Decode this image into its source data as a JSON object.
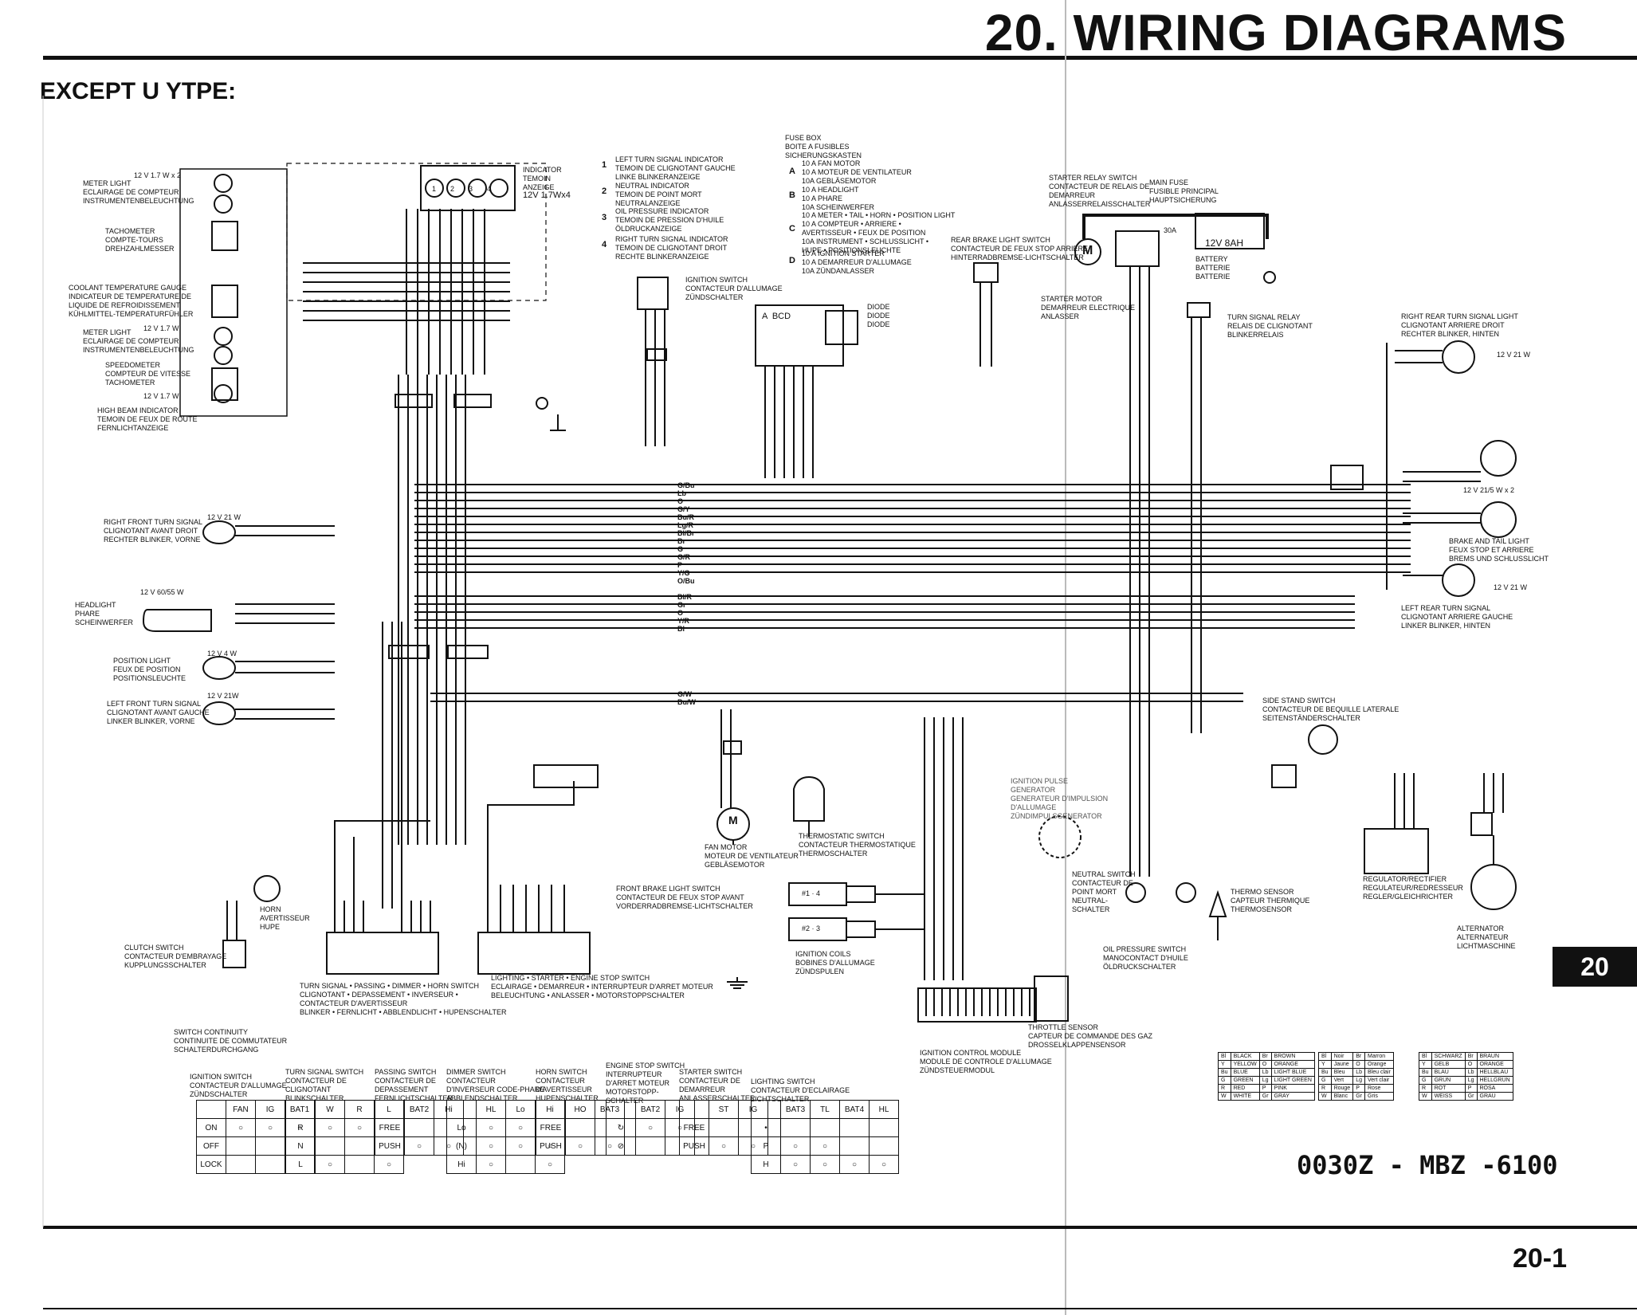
{
  "header": {
    "title": "20. WIRING DIAGRAMS",
    "subtitle": "EXCEPT U YTPE:"
  },
  "footer": {
    "part_number": "0030Z - MBZ -6100",
    "page": "20-1",
    "tab": "20"
  },
  "components": {
    "meter_light_4": "METER LIGHT\nECLAIRAGE DE COMPTEUR\nINSTRUMENTENBELEUCHTUNG",
    "meter_light_4_rating": "12 V 1.7 W x 2",
    "tachometer": "TACHOMETER\nCOMPTE-TOURS\nDREHZAHLMESSER",
    "coolant_gauge": "COOLANT TEMPERATURE GAUGE\nINDICATEUR DE TEMPERATURE DE\nLIQUIDE DE REFROIDISSEMENT\nKÜHLMITTEL-TEMPERATURFÜHLER",
    "meter_light_2": "METER LIGHT\nECLAIRAGE DE COMPTEUR\nINSTRUMENTENBELEUCHTUNG",
    "meter_light_2_rating": "12 V 1.7 W",
    "speedometer": "SPEEDOMETER\nCOMPTEUR DE VITESSE\nTACHOMETER",
    "high_beam": "HIGH BEAM INDICATOR\nTEMOIN DE FEUX DE ROUTE\nFERNLICHTANZEIGE",
    "high_beam_rating": "12 V 1.7 W",
    "indicator": "INDICATOR\nTEMOIN\nANZEIGE",
    "indicator_rating": "12V 1.7Wx4",
    "indicator_legend": [
      {
        "n": "1",
        "text": "LEFT TURN SIGNAL INDICATOR\nTEMOIN DE CLIGNOTANT GAUCHE\nLINKE BLINKERANZEIGE"
      },
      {
        "n": "2",
        "text": "NEUTRAL INDICATOR\nTEMOIN DE POINT MORT\nNEUTRALANZEIGE"
      },
      {
        "n": "3",
        "text": "OIL PRESSURE INDICATOR\nTEMOIN DE PRESSION D'HUILE\nÖLDRUCKANZEIGE"
      },
      {
        "n": "4",
        "text": "RIGHT TURN SIGNAL INDICATOR\nTEMOIN DE CLIGNOTANT DROIT\nRECHTE BLINKERANZEIGE"
      }
    ],
    "fuse_box": "FUSE BOX\nBOITE A FUSIBLES\nSICHERUNGSKASTEN",
    "fuse_legend": [
      {
        "n": "A",
        "text": "10 A FAN MOTOR\n10 A MOTEUR DE VENTILATEUR\n10A GEBLÄSEMOTOR"
      },
      {
        "n": "B",
        "text": "10 A HEADLIGHT\n10 A PHARE\n10A SCHEINWERFER"
      },
      {
        "n": "C",
        "text": "10 A METER • TAIL • HORN • POSITION LIGHT\n10 A COMPTEUR • ARRIERE •\nAVERTISSEUR • FEUX DE POSITION\n10A INSTRUMENT • SCHLUSSLICHT •\nHUPE • POSITIONSLEUCHTE"
      },
      {
        "n": "D",
        "text": "10 A IGNITION STARTER\n10 A DEMARREUR D'ALLUMAGE\n10A ZÜNDANLASSER"
      }
    ],
    "ignition_switch": "IGNITION SWITCH\nCONTACTEUR D'ALLUMAGE\nZÜNDSCHALTER",
    "diode": "DIODE\nDIODE\nDIODE",
    "fuse_letters": "A  BCD",
    "starter_relay": "STARTER RELAY SWITCH\nCONTACTEUR DE RELAIS DE\nDEMARREUR\nANLASSERRELAISSCHALTER",
    "main_fuse": "MAIN FUSE\nFUSIBLE PRINCIPAL\nHAUPTSICHERUNG",
    "main_fuse_rating": "30A",
    "battery": "BATTERY\nBATTERIE\nBATTERIE",
    "battery_rating": "12V 8AH",
    "rear_brake_switch": "REAR BRAKE LIGHT SWITCH\nCONTACTEUR DE FEUX STOP ARRIERE\nHINTERRADBREMSE-LICHTSCHALTER",
    "starter_motor": "STARTER MOTOR\nDEMARREUR ELECTRIQUE\nANLASSER",
    "turn_relay": "TURN SIGNAL RELAY\nRELAIS DE CLIGNOTANT\nBLINKERRELAIS",
    "right_rear_turn": "RIGHT REAR TURN SIGNAL LIGHT\nCLIGNOTANT ARRIERE DROIT\nRECHTER BLINKER, HINTEN",
    "right_rear_rating": "12 V 21 W",
    "brake_tail": "BRAKE AND TAIL LIGHT\nFEUX STOP ET ARRIERE\nBREMS UND SCHLUSSLICHT",
    "brake_tail_rating": "12 V 21/5 W x 2",
    "left_rear_turn": "LEFT REAR TURN SIGNAL\nCLIGNOTANT ARRIERE GAUCHE\nLINKER BLINKER, HINTEN",
    "left_rear_rating": "12 V 21 W",
    "right_front_turn": "RIGHT FRONT TURN SIGNAL\nCLIGNOTANT AVANT DROIT\nRECHTER BLINKER, VORNE",
    "right_front_rating": "12 V 21 W",
    "headlight": "HEADLIGHT\nPHARE\nSCHEINWERFER",
    "headlight_rating": "12 V 60/55 W",
    "position_light": "POSITION LIGHT\nFEUX DE POSITION\nPOSITIONSLEUCHTE",
    "position_rating": "12 V 4 W",
    "left_front_turn": "LEFT FRONT TURN SIGNAL\nCLIGNOTANT AVANT GAUCHE\nLINKER BLINKER, VORNE",
    "left_front_rating": "12 V 21W",
    "fan_motor": "FAN MOTOR\nMOTEUR DE VENTILATEUR\nGEBLÄSEMOTOR",
    "thermostatic_switch": "THERMOSTATIC SWITCH\nCONTACTEUR THERMOSTATIQUE\nTHERMOSCHALTER",
    "front_brake_switch": "FRONT BRAKE LIGHT SWITCH\nCONTACTEUR DE FEUX STOP AVANT\nVORDERRADBREMSE-LICHTSCHALTER",
    "ignition_coils": "IGNITION COILS\nBOBINES D'ALLUMAGE\nZÜNDSPULEN",
    "ignition_pulse": "IGNITION PULSE\nGENERATOR\nGENERATEUR D'IMPULSION\nD'ALLUMAGE\nZÜNDIMPULSGENERATOR",
    "neutral_switch": "NEUTRAL SWITCH\nCONTACTEUR DE\nPOINT MORT\nNEUTRAL-\nSCHALTER",
    "oil_pressure_switch": "OIL PRESSURE SWITCH\nMANOCONTACT D'HUILE\nÖLDRUCKSCHALTER",
    "thermo_sensor": "THERMO SENSOR\nCAPTEUR THERMIQUE\nTHERMOSENSOR",
    "side_stand": "SIDE STAND SWITCH\nCONTACTEUR DE BEQUILLE LATERALE\nSEITENSTÄNDERSCHALTER",
    "regulator": "REGULATOR/RECTIFIER\nREGULATEUR/REDRESSEUR\nREGLER/GLEICHRICHTER",
    "alternator": "ALTERNATOR\nALTERNATEUR\nLICHTMASCHINE",
    "horn": "HORN\nAVERTISSEUR\nHUPE",
    "clutch_switch": "CLUTCH SWITCH\nCONTACTEUR D'EMBRAYAGE\nKUPPLUNGSSCHALTER",
    "handlebar_left": "TURN SIGNAL • PASSING • DIMMER • HORN SWITCH\nCLIGNOTANT • DEPASSEMENT • INVERSEUR •\nCONTACTEUR D'AVERTISSEUR\nBLINKER • FERNLICHT • ABBLENDLICHT • HUPENSCHALTER",
    "handlebar_right": "LIGHTING • STARTER • ENGINE STOP SWITCH\nECLAIRAGE • DEMARREUR • INTERRUPTEUR D'ARRET MOTEUR\nBELEUCHTUNG • ANLASSER • MOTORSTOPPSCHALTER",
    "icm": "IGNITION CONTROL MODULE\nMODULE DE CONTROLE D'ALLUMAGE\nZÜNDSTEUERMODUL",
    "throttle_sensor": "THROTTLE SENSOR\nCAPTEUR DE COMMANDE DES GAZ\nDROSSELKLAPPENSENSOR"
  },
  "switch_continuity": {
    "heading": "SWITCH CONTINUITY\nCONTINUITE DE COMMUTATEUR\nSCHALTERDURCHGANG",
    "tables": [
      {
        "name": "IGNITION SWITCH\nCONTACTEUR D'ALLUMAGE\nZÜNDSCHALTER",
        "cols": [
          "",
          "FAN",
          "IG",
          "BAT1"
        ],
        "rows": [
          "ON",
          "OFF",
          "LOCK"
        ]
      },
      {
        "name": "TURN SIGNAL SWITCH\nCONTACTEUR DE\nCLIGNOTANT\nBLINKSCHALTER",
        "cols": [
          "",
          "W",
          "R",
          "L"
        ],
        "rows": [
          "R",
          "N",
          "L"
        ]
      },
      {
        "name": "PASSING SWITCH\nCONTACTEUR DE\nDEPASSEMENT\nFERNLICHTSCHALTER",
        "cols": [
          "",
          "BAT2",
          "Hi"
        ],
        "rows": [
          "FREE",
          "PUSH"
        ]
      },
      {
        "name": "DIMMER SWITCH\nCONTACTEUR\nD'INVERSEUR CODE-PHARE\nABBLENDSCHALTER",
        "cols": [
          "",
          "HL",
          "Lo",
          "Hi"
        ],
        "rows": [
          "Lo",
          "(N)",
          "Hi"
        ]
      },
      {
        "name": "HORN SWITCH\nCONTACTEUR\nD'AVERTISSEUR\nHUPENSCHALTER",
        "cols": [
          "",
          "HO",
          "BAT3"
        ],
        "rows": [
          "FREE",
          "PUSH"
        ]
      },
      {
        "name": "ENGINE STOP SWITCH\nINTERRUPTEUR\nD'ARRET MOTEUR\nMOTORSTOPP-\nSCHALTER",
        "cols": [
          "",
          "BAT2",
          "IG"
        ],
        "rows": [
          "",
          ""
        ]
      },
      {
        "name": "STARTER SWITCH\nCONTACTEUR DE\nDEMARREUR\nANLASSERSCHALTER",
        "cols": [
          "",
          "ST",
          "IG"
        ],
        "rows": [
          "FREE",
          "PUSH"
        ]
      },
      {
        "name": "LIGHTING SWITCH\nCONTACTEUR D'ECLAIRAGE\nLICHTSCHALTER",
        "cols": [
          "",
          "BAT3",
          "TL",
          "BAT4",
          "HL"
        ],
        "rows": [
          "•",
          "P",
          "H"
        ]
      }
    ]
  },
  "color_codes": {
    "english": [
      [
        "Bl",
        "BLACK",
        "Br",
        "BROWN"
      ],
      [
        "Y",
        "YELLOW",
        "O",
        "ORANGE"
      ],
      [
        "Bu",
        "BLUE",
        "Lb",
        "LIGHT BLUE"
      ],
      [
        "G",
        "GREEN",
        "Lg",
        "LIGHT GREEN"
      ],
      [
        "R",
        "RED",
        "P",
        "PINK"
      ],
      [
        "W",
        "WHITE",
        "Gr",
        "GRAY"
      ]
    ],
    "french": [
      [
        "Bl",
        "Noir",
        "Br",
        "Marron"
      ],
      [
        "Y",
        "Jaune",
        "O",
        "Orange"
      ],
      [
        "Bu",
        "Bleu",
        "Lb",
        "Bleu clair"
      ],
      [
        "G",
        "Vert",
        "Lg",
        "Vert clair"
      ],
      [
        "R",
        "Rouge",
        "P",
        "Rose"
      ],
      [
        "W",
        "Blanc",
        "Gr",
        "Gris"
      ]
    ],
    "german": [
      [
        "Bl",
        "SCHWARZ",
        "Br",
        "BRAUN"
      ],
      [
        "Y",
        "GELB",
        "O",
        "ORANGE"
      ],
      [
        "Bu",
        "BLAU",
        "Lb",
        "HELLBLAU"
      ],
      [
        "G",
        "GRÜN",
        "Lg",
        "HELLGRÜN"
      ],
      [
        "R",
        "ROT",
        "P",
        "ROSA"
      ],
      [
        "W",
        "WEISS",
        "Gr",
        "GRAU"
      ]
    ]
  },
  "harness_labels": [
    "G/Bu",
    "Lb",
    "O",
    "G/Y",
    "Bu/R",
    "Lg/R",
    "Bl/Br",
    "Br",
    "G",
    "G/R",
    "P",
    "Y/G",
    "O/Bu",
    "Bl/R",
    "Gr",
    "O",
    "Y/R",
    "Bl",
    "G/W",
    "Bu/W"
  ]
}
